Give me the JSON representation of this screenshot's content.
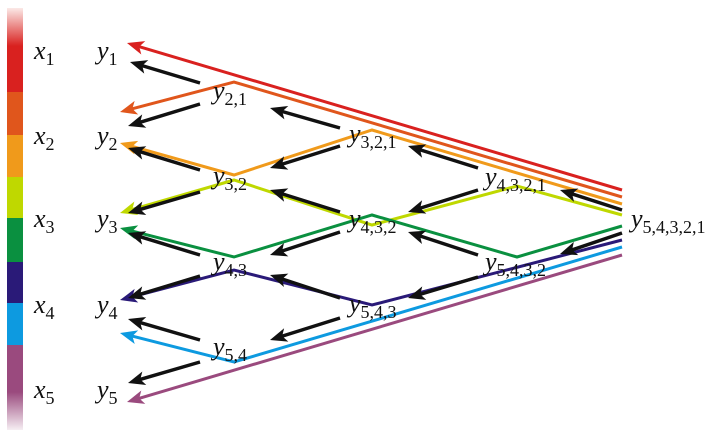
{
  "colors": {
    "line1": "#d9211f",
    "line2": "#e0561c",
    "line3": "#f09a1b",
    "line4": "#bfd800",
    "line5": "#0a9040",
    "line6": "#2a1a78",
    "line7": "#0d9ae0",
    "line8": "#9a4a7e",
    "arrow": "#111111"
  },
  "inputs": [
    {
      "base": "x",
      "sub": "1"
    },
    {
      "base": "x",
      "sub": "2"
    },
    {
      "base": "x",
      "sub": "3"
    },
    {
      "base": "x",
      "sub": "4"
    },
    {
      "base": "x",
      "sub": "5"
    }
  ],
  "nodes": [
    {
      "base": "y",
      "sub": "1"
    },
    {
      "base": "y",
      "sub": "2"
    },
    {
      "base": "y",
      "sub": "3"
    },
    {
      "base": "y",
      "sub": "4"
    },
    {
      "base": "y",
      "sub": "5"
    },
    {
      "base": "y",
      "sub": "2,1"
    },
    {
      "base": "y",
      "sub": "3,2"
    },
    {
      "base": "y",
      "sub": "4,3"
    },
    {
      "base": "y",
      "sub": "5,4"
    },
    {
      "base": "y",
      "sub": "3,2,1"
    },
    {
      "base": "y",
      "sub": "4,3,2"
    },
    {
      "base": "y",
      "sub": "5,4,3"
    },
    {
      "base": "y",
      "sub": "4,3,2,1"
    },
    {
      "base": "y",
      "sub": "5,4,3,2"
    },
    {
      "base": "y",
      "sub": "5,4,3,2,1"
    }
  ]
}
